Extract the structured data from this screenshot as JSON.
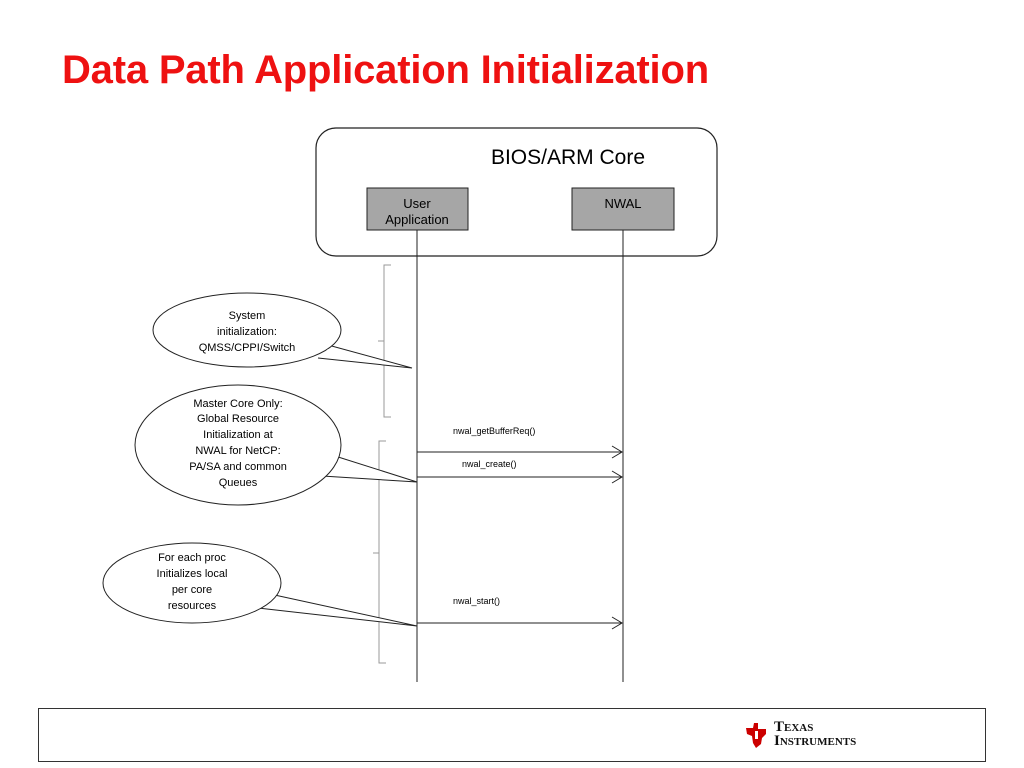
{
  "title": "Data Path Application Initialization",
  "core_box": {
    "label": "BIOS/ARM Core"
  },
  "lifelines": [
    {
      "lines": [
        "User",
        "Application"
      ]
    },
    {
      "lines": [
        "NWAL"
      ]
    }
  ],
  "callouts": [
    {
      "lines": [
        "System",
        "initialization:",
        "QMSS/CPPI/Switch"
      ]
    },
    {
      "lines": [
        "Master Core Only:",
        "Global Resource",
        "Initialization at",
        "NWAL for NetCP:",
        "PA/SA and common",
        "Queues"
      ]
    },
    {
      "lines": [
        "For each proc",
        "Initializes local",
        "per core",
        "resources"
      ]
    }
  ],
  "messages": [
    {
      "label": "nwal_getBufferReq()"
    },
    {
      "label": "nwal_create()"
    },
    {
      "label": "nwal_start()"
    }
  ],
  "footer": {
    "logo_lines": [
      "Texas",
      "Instruments"
    ],
    "logo_icon": "ti-chip-icon",
    "logo_color": "#cc0000"
  },
  "colors": {
    "title": "#ee1111",
    "lifeline_box_fill": "#a6a6a6",
    "text": "#000000"
  }
}
